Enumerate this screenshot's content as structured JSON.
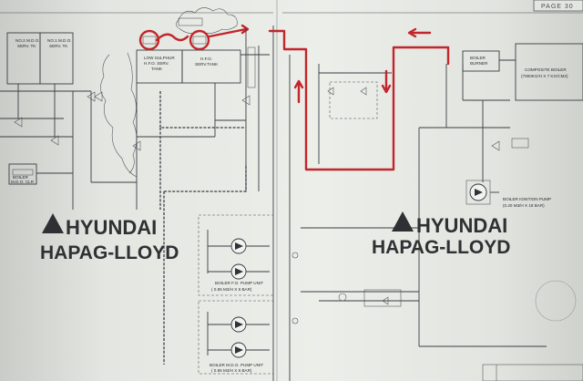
{
  "page": {
    "label": "PAGE 30"
  },
  "brand": {
    "line1": "HYUNDAI",
    "line2": "HAPAG-LLOYD"
  },
  "tanks": {
    "mdo_2": [
      "NO.2 M.D.O.",
      "SERV. TK"
    ],
    "mdo_1": [
      "NO.1 M.D.O.",
      "SERV. TK"
    ],
    "lsfo": [
      "LOW SULPHUR",
      "H.F.O. SERV.",
      "TANK"
    ],
    "hfo": [
      "H.F.O.",
      "SERV.TANK"
    ]
  },
  "units": {
    "boiler_mdo": [
      "BOILER",
      "M.D.O. CLR"
    ],
    "boiler_burner": [
      "BOILER",
      "BURNER"
    ],
    "composite_boiler": [
      "COMPOSITE BOILER",
      "(7000KG/H X 7 KG/CM2)"
    ],
    "boiler_ignition": [
      "BOILER IGNITION PUMP",
      "(0.20 M3/H X 18 BAR)"
    ],
    "fo_pump_unit": [
      "BOILER F.O. PUMP UNIT",
      "( 0.85 M3/H X 6 BAR)"
    ],
    "mdo_pump_unit": [
      "BOILER M.D.O. PUMP UNIT",
      "( 0.85 M3/H X 6 BAR)"
    ]
  },
  "colors": {
    "highlight": "#c2252b",
    "ink": "#3a3d44",
    "paper": "#eceee9"
  }
}
